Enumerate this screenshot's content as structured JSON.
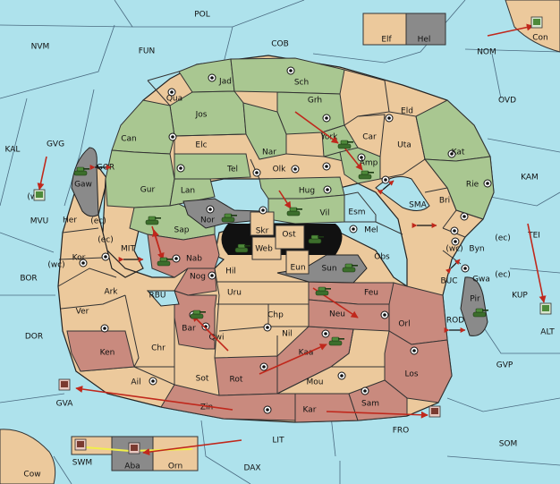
{
  "colors": {
    "sea": "#aee2ec",
    "land_neutral": "#ecc99c",
    "land_green": "#a9c791",
    "land_red": "#c98a7e",
    "impassable": "#8a8a8a",
    "lake_black": "#111111",
    "arrow": "#c0281c",
    "convoy_line": "#f1ef4a"
  },
  "sea_labels": {
    "pol": "POL",
    "nvm": "NVM",
    "fun": "FUN",
    "cob": "COB",
    "nom": "NOM",
    "ovd": "OVD",
    "kal": "KAL",
    "gvg": "GVG",
    "kam": "KAM",
    "mvu": "MVU",
    "gor": "GOR",
    "sma": "SMA",
    "mit": "MIT",
    "bor": "BOR",
    "rbu": "RBU",
    "tei": "TEI",
    "buc": "BUC",
    "kup": "KUP",
    "rod": "ROD",
    "alt": "ALT",
    "dor": "DOR",
    "gvp": "GVP",
    "gva": "GVA",
    "fro": "FRO",
    "som": "SOM",
    "lit": "LIT",
    "swm": "SWM",
    "dax": "DAX",
    "cow": "Cow",
    "con": "Con"
  },
  "land_labels": {
    "elf": "Elf",
    "hel": "Hel",
    "jad": "Jad",
    "sch": "Sch",
    "qua": "Qua",
    "jos": "Jos",
    "grh": "Grh",
    "eld": "Eld",
    "can": "Can",
    "elc": "Elc",
    "nar": "Nar",
    "york": "York",
    "car": "Car",
    "uta": "Uta",
    "kat": "Kat",
    "tel": "Tel",
    "olk": "Olk",
    "amp": "Amp",
    "gaw": "Gaw",
    "gur": "Gur",
    "lan": "Lan",
    "hug": "Hug",
    "rie": "Rie",
    "bri": "Bri",
    "nor": "Nor",
    "vil": "Vil",
    "esm": "Esm",
    "skr": "Skr",
    "ost": "Ost",
    "her": "Her",
    "ec1": "(ec)",
    "sap": "Sap",
    "web": "Web",
    "mel": "Mel",
    "wc_byn": "(wc)",
    "byn": "Byn",
    "ec_byn": "(ec)",
    "ec2": "(ec)",
    "kor": "Kor",
    "wc2": "(wc)",
    "nab": "Nab",
    "hil": "Hil",
    "eun": "Eun",
    "sun": "Sun",
    "obs": "Obs",
    "gwa": "Gwa",
    "ec_gwa": "(ec)",
    "ark": "Ark",
    "nog": "Nog",
    "uru": "Uru",
    "feu": "Feu",
    "pir": "Pir",
    "ver": "Ver",
    "chp": "Chp",
    "neu": "Neu",
    "orl": "Orl",
    "bar": "Bar",
    "qwi": "Qwi",
    "nil": "Nil",
    "ken": "Ken",
    "chr": "Chr",
    "kaa": "Kaa",
    "sot": "Sot",
    "rot": "Rot",
    "los": "Los",
    "ail": "Ail",
    "mou": "Mou",
    "zin": "Zin",
    "kar": "Kar",
    "sam": "Sam",
    "aba": "Aba",
    "orn": "Orn",
    "wc1": "(wc)"
  }
}
